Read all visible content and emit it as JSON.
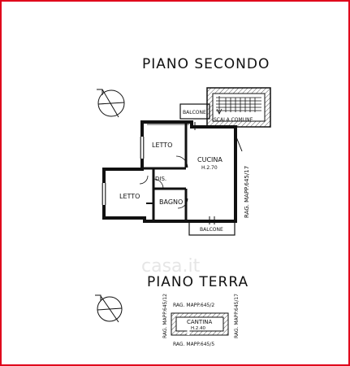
{
  "plan": {
    "upper_floor_title": "PIANO SECONDO",
    "ground_floor_title": "PIANO TERRA",
    "rooms": {
      "letto_top": "LETTO",
      "letto_bottom": "LETTO",
      "cucina": "CUCINA",
      "cucina_height": "H.2.70",
      "dis": "DIS.",
      "bagno": "BAGNO",
      "balcone_top": "BALCONE",
      "balcone_bottom": "BALCONE",
      "scala_comune": "SCALA COMUNE",
      "cantina": "CANTINA",
      "cantina_height": "H.2.40"
    },
    "neighbors": {
      "right_upper": "RAG. MAPP.645/17",
      "cantina_top": "RAG. MAPP.645/2",
      "cantina_left": "RAG. MAPP.645/12",
      "cantina_right": "RAG. MAPP.645/17",
      "cantina_bottom": "RAG. MAPP.645/5"
    },
    "watermark": "casa.it"
  },
  "colors": {
    "frame": "#e0001b",
    "ink": "#111111",
    "wall_fill": "#d9d9d9"
  }
}
